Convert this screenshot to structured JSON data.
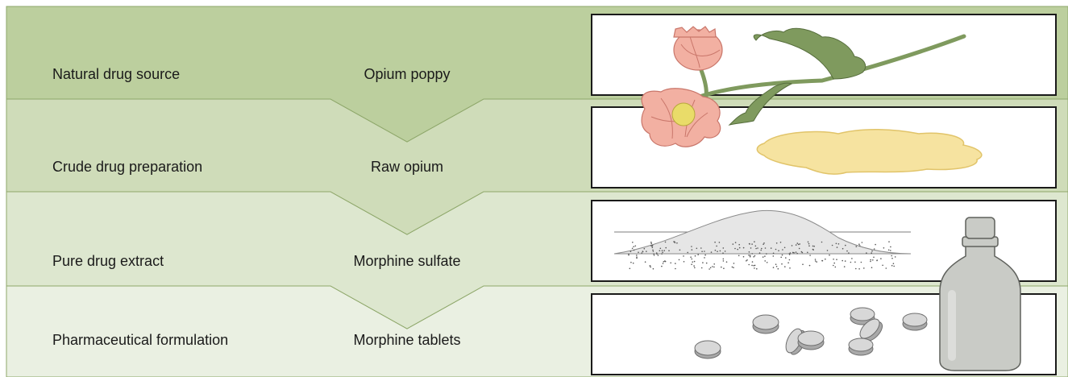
{
  "stages": [
    {
      "stage": "Natural drug source",
      "example": "Opium poppy",
      "band_color": "#bccf9e",
      "icon": "poppy-plant-icon"
    },
    {
      "stage": "Crude drug preparation",
      "example": "Raw opium",
      "band_color": "#cfdcb9",
      "icon": "raw-opium-puddle-icon"
    },
    {
      "stage": "Pure drug extract",
      "example": "Morphine sulfate",
      "band_color": "#dde7cf",
      "icon": "powder-pile-icon"
    },
    {
      "stage": "Pharmaceutical formulation",
      "example": "Morphine tablets",
      "band_color": "#eaf0e2",
      "icon": "tablets-and-bottle-icon"
    }
  ],
  "colors": {
    "band_border": "#8ea76a",
    "panel_border": "#1a1a1a",
    "petal": "#f2b0a2",
    "flower_center": "#e9dc69",
    "leaf": "#7f9a5e",
    "opium": "#f6e3a0",
    "powder": "#e6e6e6",
    "bottle": "#c9cbc6",
    "tablet": "#d8d8d8"
  }
}
